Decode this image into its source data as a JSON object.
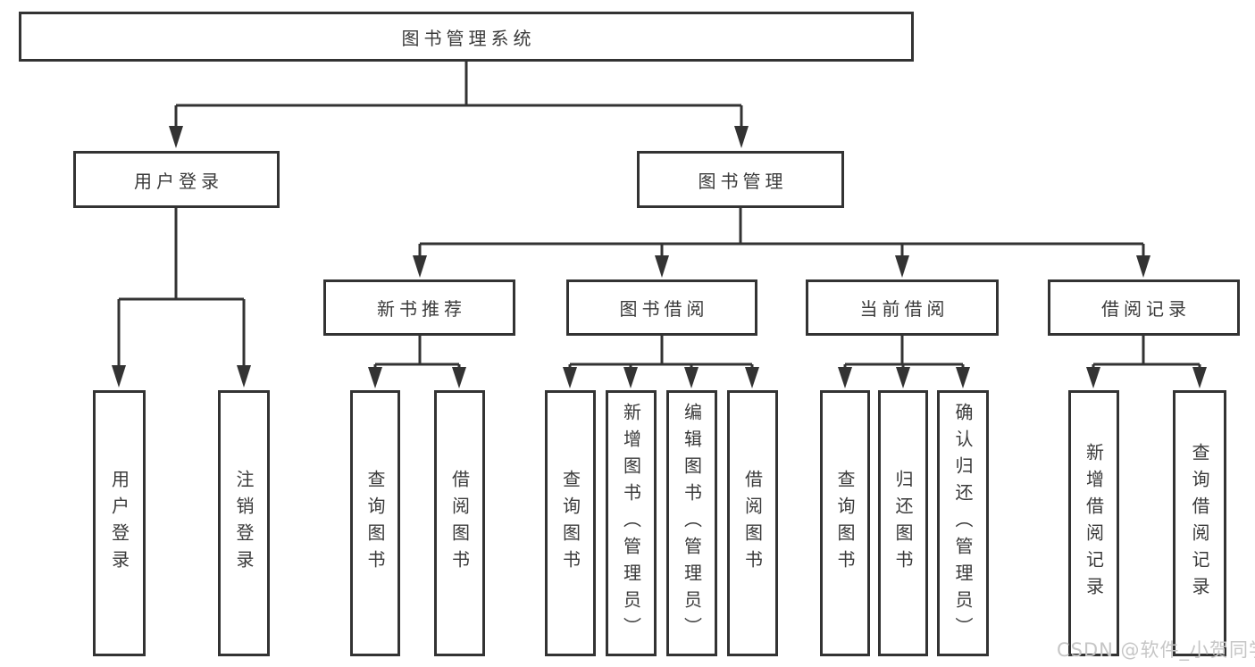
{
  "nodes": {
    "root": "图书管理系统",
    "level2": [
      "用户登录",
      "图书管理"
    ],
    "level3": [
      "新书推荐",
      "图书借阅",
      "当前借阅",
      "借阅记录"
    ],
    "leaves_login": [
      "用户登录",
      "注销登录"
    ],
    "leaves_recommend": [
      "查询图书",
      "借阅图书"
    ],
    "leaves_borrow": [
      "查询图书",
      "新增图书（管理员）",
      "编辑图书（管理员）",
      "借阅图书"
    ],
    "leaves_current": [
      "查询图书",
      "归还图书",
      "确认归还（管理员）"
    ],
    "leaves_records": [
      "新增借阅记录",
      "查询借阅记录"
    ]
  },
  "watermark": "CSDN @软件_小贺同学",
  "colors": {
    "line": "#333333",
    "text": "#3a3a3a",
    "watermark": "#c6c6c6",
    "background": "#ffffff"
  }
}
